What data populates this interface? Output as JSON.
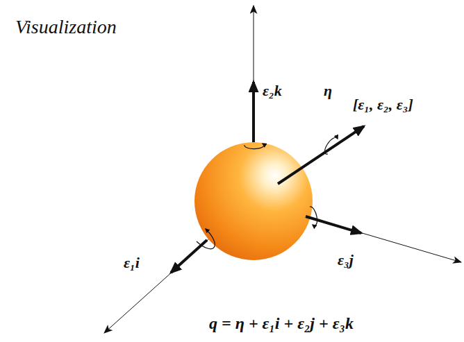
{
  "diagram": {
    "title": "Visualization",
    "caption": "q = η + ε₁i + ε₂j + ε₃k",
    "labels": [
      "ε₂k",
      "η",
      "[ε₁, ε₂, ε₃]",
      "ε₁i",
      "ε₃j"
    ]
  }
}
